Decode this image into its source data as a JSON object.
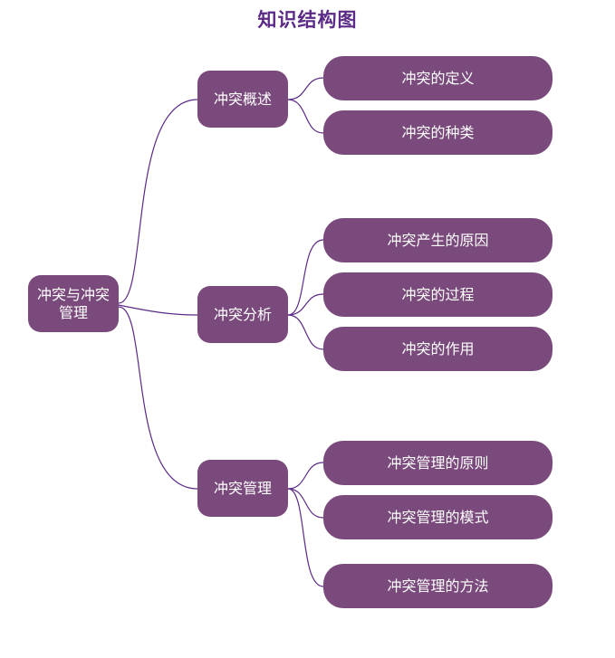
{
  "title": "知识结构图",
  "colors": {
    "node_fill": "#7a4a7c",
    "node_text": "#ffffff",
    "connector": "#5b2a86",
    "title": "#5b2a86"
  },
  "root": {
    "label": "冲突与冲突管理"
  },
  "branches": [
    {
      "label": "冲突概述",
      "children": [
        "冲突的定义",
        "冲突的种类"
      ]
    },
    {
      "label": "冲突分析",
      "children": [
        "冲突产生的原因",
        "冲突的过程",
        "冲突的作用"
      ]
    },
    {
      "label": "冲突管理",
      "children": [
        "冲突管理的原则",
        "冲突管理的模式",
        "冲突管理的方法"
      ]
    }
  ]
}
